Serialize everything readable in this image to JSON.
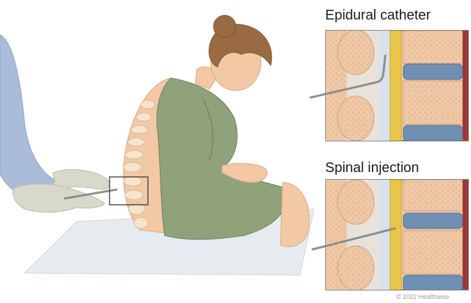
{
  "panels": [
    {
      "id": "epidural",
      "label": "Epidural catheter"
    },
    {
      "id": "spinal",
      "label": "Spinal injection"
    }
  ],
  "copyright": "© 2022 Healthwise",
  "colors": {
    "bone": "#efc9a6",
    "disc": "#6f8fb3",
    "spinal_cord": "#e9c64a",
    "gown": "#8fa27a",
    "skin": "#f3c8a5",
    "glove": "#d8d9c8",
    "sleeve": "#a9bcd8",
    "table": "#e6ebef",
    "muscle": "#9b3a3a",
    "needle": "#8c8c8c"
  }
}
